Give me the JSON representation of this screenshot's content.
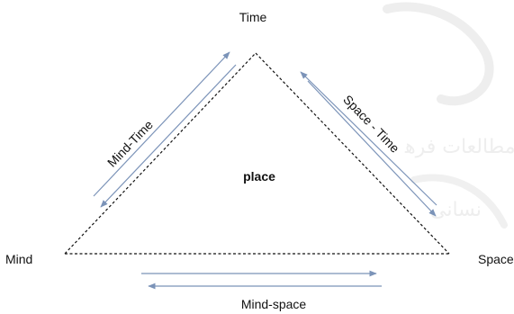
{
  "diagram": {
    "vertices": {
      "top": "Time",
      "left": "Mind",
      "right": "Space"
    },
    "center_label": "place",
    "edge_labels": {
      "left": "Mind-Time",
      "right": "Space - Time",
      "bottom": "Mind-space"
    }
  },
  "watermark": {
    "line1": "ﻣﻄﺎﻟﻌﺎت ﻓﺮﻫ",
    "line2": "ﻧﺴﺎﻧﯽ"
  },
  "colors": {
    "arrow": "#7b93b8",
    "triangle": "#111111",
    "watermark": "#eeeeee"
  }
}
